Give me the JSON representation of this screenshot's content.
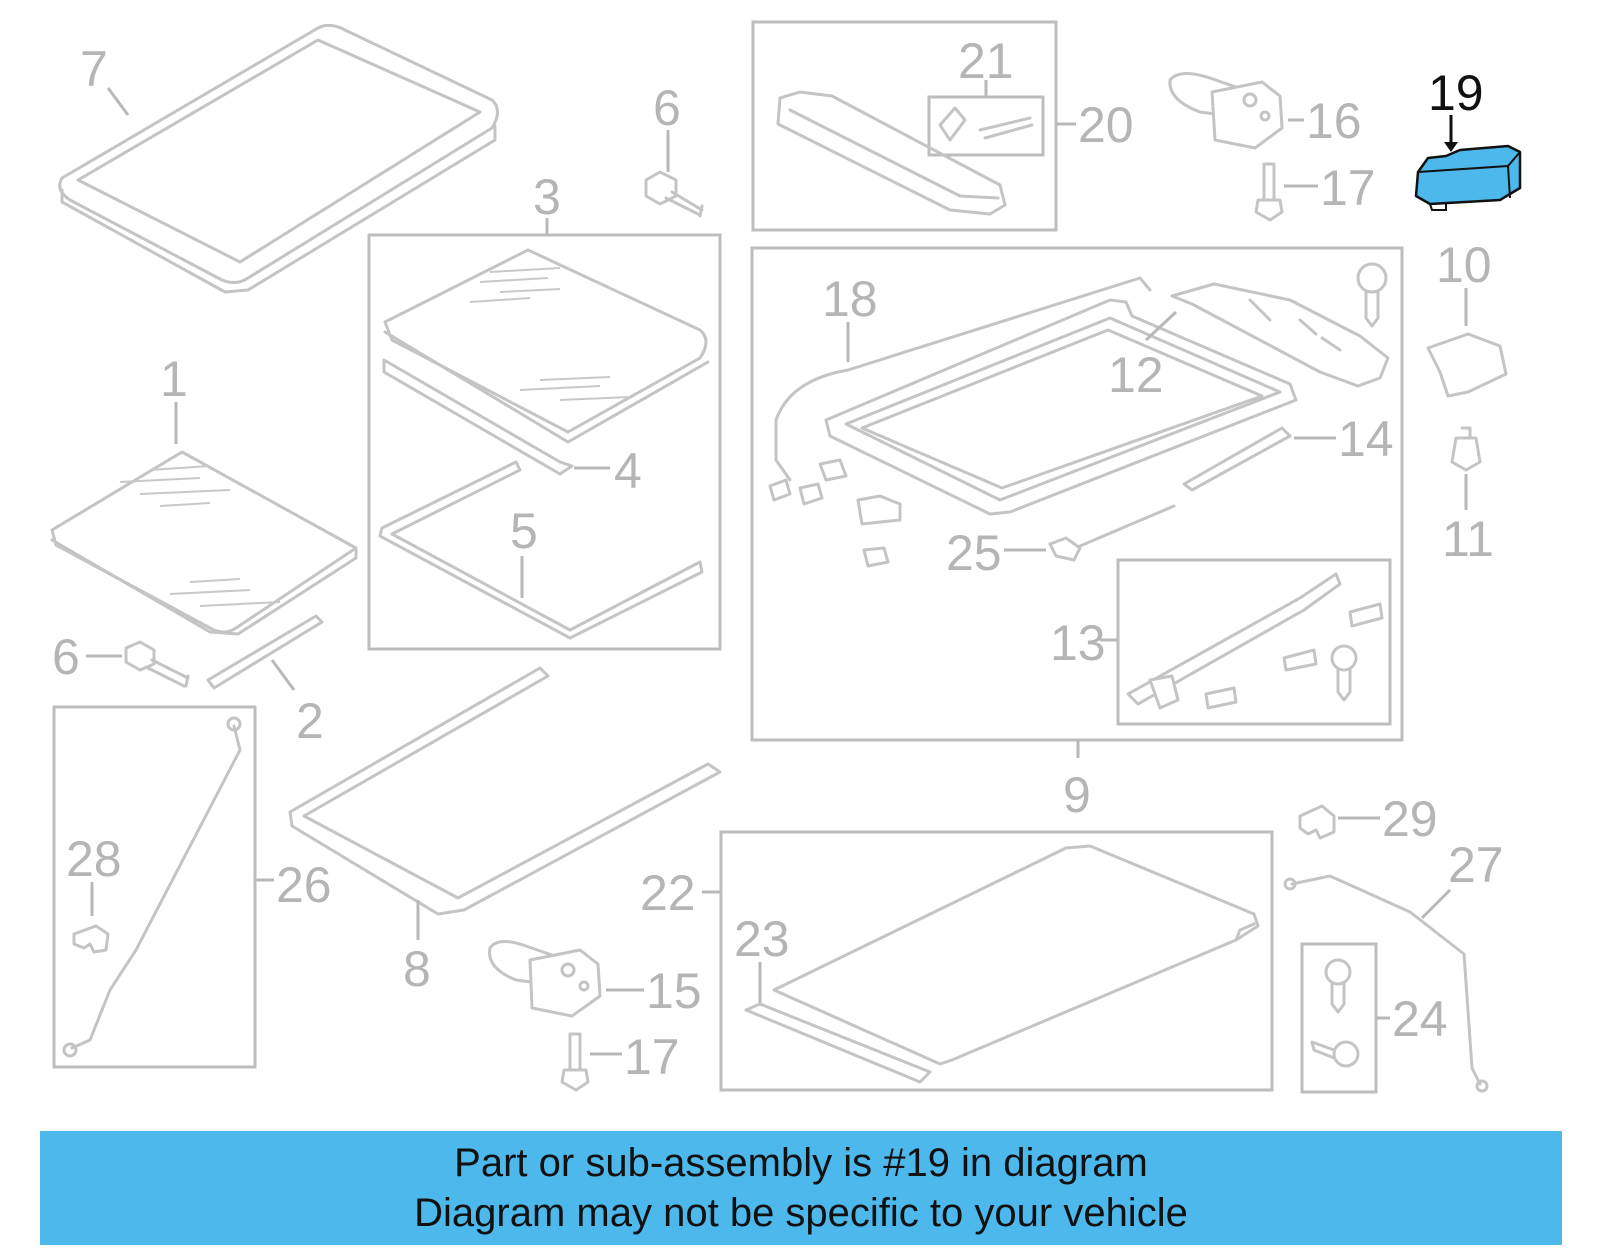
{
  "diagram": {
    "highlighted_part": "19",
    "highlight_color": "#4cb8ec",
    "part_color": "#c4c4c4",
    "labels": {
      "p1": "1",
      "p2": "2",
      "p3": "3",
      "p4": "4",
      "p5": "5",
      "p6a": "6",
      "p6b": "6",
      "p7": "7",
      "p8": "8",
      "p9": "9",
      "p10": "10",
      "p11": "11",
      "p12": "12",
      "p13": "13",
      "p14": "14",
      "p15": "15",
      "p16": "16",
      "p17a": "17",
      "p17b": "17",
      "p18": "18",
      "p19": "19",
      "p20": "20",
      "p21": "21",
      "p22": "22",
      "p23": "23",
      "p24": "24",
      "p25": "25",
      "p26": "26",
      "p27": "27",
      "p28": "28",
      "p29": "29"
    }
  },
  "banner": {
    "color": "#4cb8ec",
    "line1": "Part or sub-assembly is #19 in diagram",
    "line2": "Diagram may not be specific to your vehicle"
  }
}
